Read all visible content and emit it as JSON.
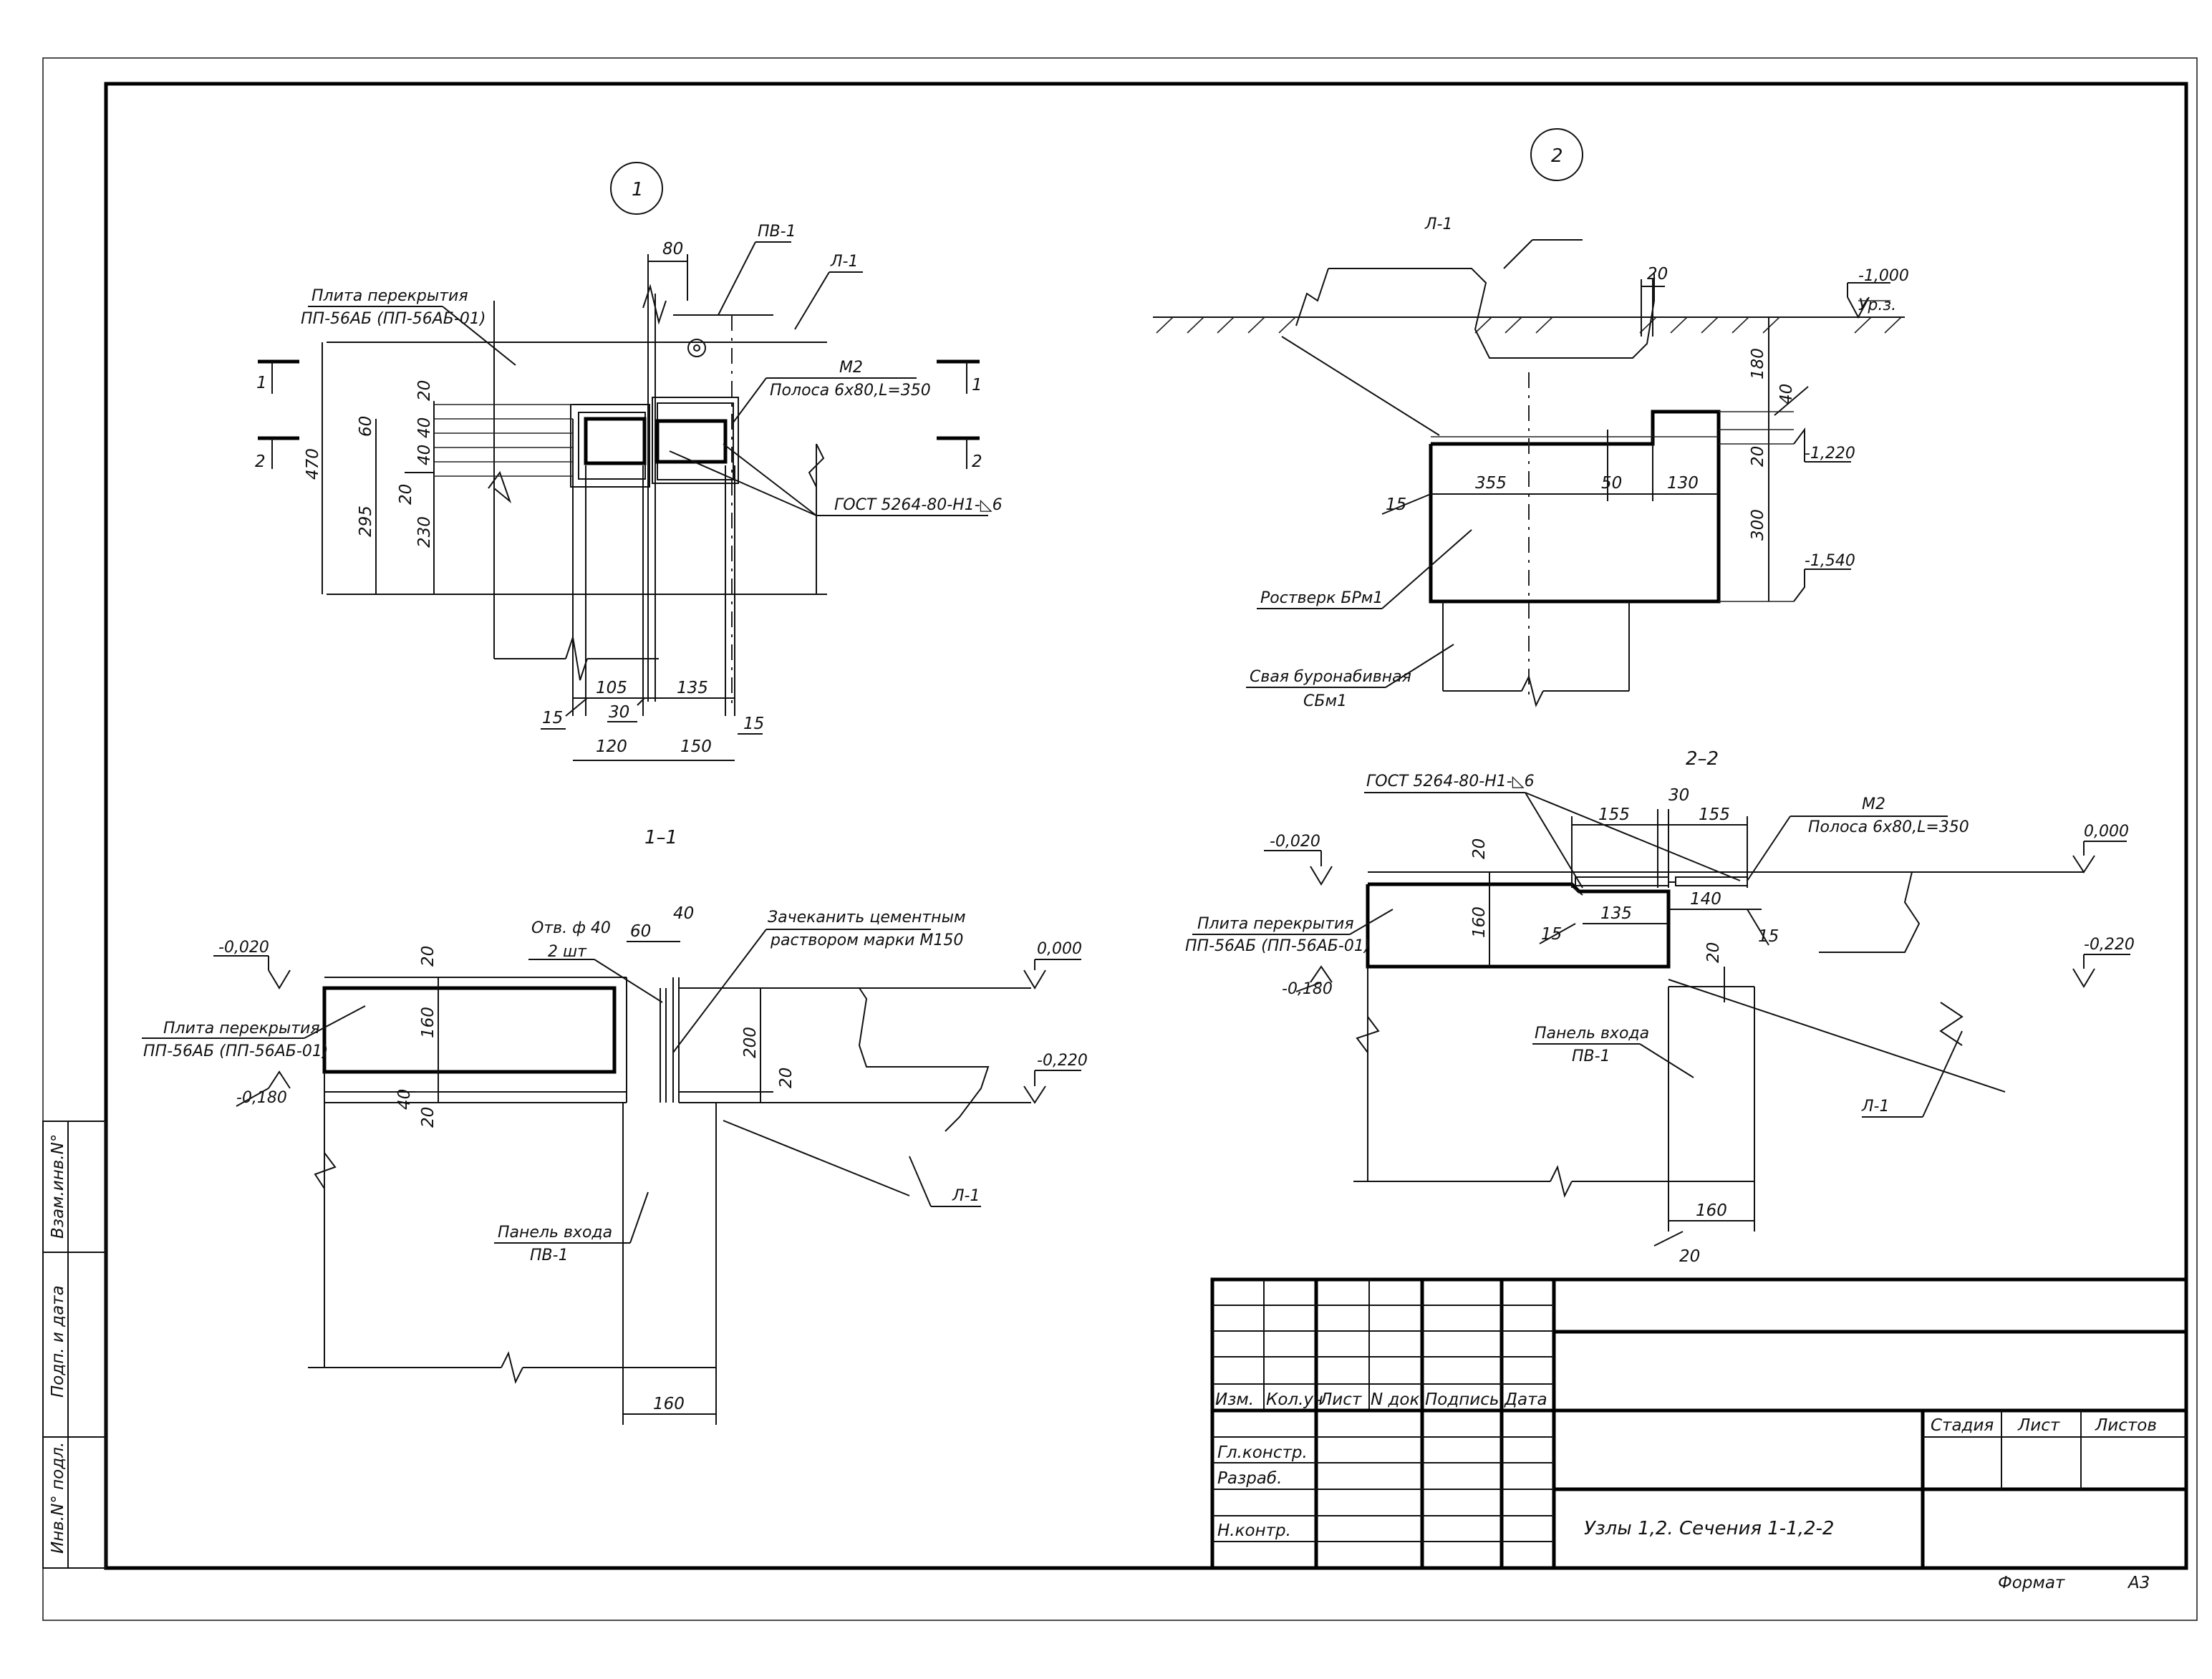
{
  "node1": {
    "marker": "1",
    "slab_label_1": "Плита перекрытия",
    "slab_label_2": "ПП-56АБ (ПП-56АБ-01)",
    "pv_label": "ПВ-1",
    "l_label": "Л-1",
    "m2_label": "М2",
    "strip_label": "Полоса 6х80,L=350",
    "gost_label": "ГОСТ 5264-80-Н1-◺6",
    "dims": {
      "d80": "80",
      "d20": "20",
      "d60": "60",
      "d40a": "40",
      "d40b": "40",
      "d20b": "20",
      "d470": "470",
      "d295": "295",
      "d230": "230",
      "d105": "105",
      "d135": "135",
      "d30": "30",
      "d15a": "15",
      "d15b": "15",
      "d120": "120",
      "d150": "150"
    },
    "section_1": "1",
    "section_2": "2"
  },
  "node2": {
    "marker": "2",
    "l_label": "Л-1",
    "d20": "20",
    "level_1000": "-1,000",
    "ground_label": "Ур.з.",
    "d180": "180",
    "d40": "40",
    "d20b": "20",
    "level_1220": "-1,220",
    "d355": "355",
    "d50": "50",
    "d130": "130",
    "d15": "15",
    "d300": "300",
    "level_1540": "-1,540",
    "grillage_label": "Ростверк БРм1",
    "pile_label_1": "Свая буронабивная",
    "pile_label_2": "СБм1"
  },
  "sec11": {
    "title": "1–1",
    "level_020": "-0,020",
    "level_000": "0,000",
    "level_180": "-0,180",
    "level_220": "-0,220",
    "hole_label_1": "Отв. ф 40",
    "hole_label_2": "2 шт",
    "mortar_label_1": "Зачеканить цементным",
    "mortar_label_2": "раствором марки М150",
    "slab_label_1": "Плита перекрытия",
    "slab_label_2": "ПП-56АБ (ПП-56АБ-01)",
    "panel_label_1": "Панель входа",
    "panel_label_2": "ПВ-1",
    "l_label": "Л-1",
    "dims": {
      "d20": "20",
      "d160": "160",
      "d40": "40",
      "d20b": "20",
      "d60": "60",
      "d40b": "40",
      "d200": "200",
      "d20c": "20",
      "d160b": "160"
    }
  },
  "sec22": {
    "title": "2–2",
    "gost_label": "ГОСТ 5264-80-Н1-◺6",
    "m2_label": "М2",
    "strip_label": "Полоса 6х80,L=350",
    "level_020": "-0,020",
    "level_000": "0,000",
    "level_180": "-0,180",
    "level_220": "-0,220",
    "slab_label_1": "Плита перекрытия",
    "slab_label_2": "ПП-56АБ (ПП-56АБ-01)",
    "panel_label_1": "Панель входа",
    "panel_label_2": "ПВ-1",
    "l_label": "Л-1",
    "dims": {
      "d155a": "155",
      "d30": "30",
      "d155b": "155",
      "d20": "20",
      "d160": "160",
      "d135": "135",
      "d140": "140",
      "d15a": "15",
      "d15b": "15",
      "d20b": "20",
      "d160b": "160",
      "d20c": "20"
    }
  },
  "stamp": {
    "headers": [
      "Изм.",
      "Кол.уч",
      "Лист",
      "N док.",
      "Подпись",
      "Дата"
    ],
    "roles": [
      "Гл.констр.",
      "Разраб.",
      "Н.контр."
    ],
    "stage": "Стадия",
    "sheet": "Лист",
    "sheets": "Листов",
    "title": "Узлы 1,2. Сечения 1-1,2-2"
  },
  "side_stamp": [
    "Взам.инв.N°",
    "Подп. и дата",
    "Инв.N° подл."
  ],
  "format": {
    "label": "Формат",
    "value": "А3"
  }
}
